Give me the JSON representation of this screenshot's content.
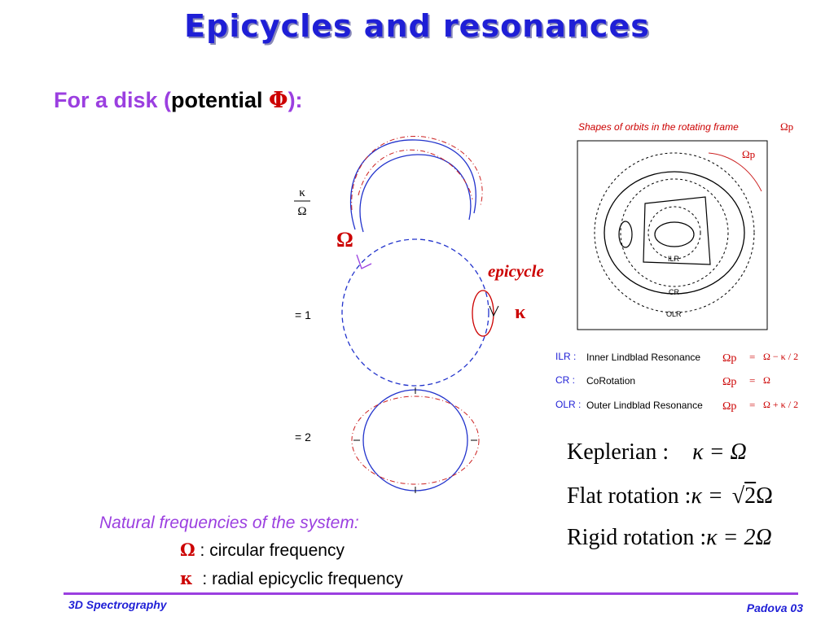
{
  "slide": {
    "title": "Epicycles and resonances",
    "subtitle_prefix": "For a disk (",
    "subtitle_bold": "potential ",
    "subtitle_phi": "Φ",
    "subtitle_suffix": "):"
  },
  "diagram": {
    "ratio_num": "κ",
    "ratio_den": "Ω",
    "eq1": "= 1",
    "eq2": "= 2",
    "omega_label": "Ω",
    "kappa_label": "κ",
    "epicycle_label": "epicycle"
  },
  "orbits_figure": {
    "caption": "Shapes of orbits in the rotating frame",
    "caption_sym": "Ωp",
    "inner_sym": "Ωp",
    "ilr": "ILR",
    "cr": "CR",
    "olr": "OLR"
  },
  "resonances": [
    {
      "abbr": "ILR :",
      "name": "Inner Lindblad Resonance",
      "sym": "Ωp",
      "eq": "=",
      "rhs": "Ω − κ / 2"
    },
    {
      "abbr": "CR :",
      "name": "CoRotation",
      "sym": "Ωp",
      "eq": "=",
      "rhs": "Ω"
    },
    {
      "abbr": "OLR :",
      "name": "Outer Lindblad Resonance",
      "sym": "Ωp",
      "eq": "=",
      "rhs": "Ω + κ / 2"
    }
  ],
  "equations": {
    "keplerian_label": "Keplerian :",
    "keplerian_rhs": "κ = Ω",
    "flat_label": "Flat rotation :",
    "flat_lhs": "κ =",
    "flat_sqrt": "2",
    "flat_tail": "Ω",
    "rigid_label": "Rigid rotation :",
    "rigid_rhs": "κ = 2Ω"
  },
  "natural": {
    "title": "Natural frequencies of the system:",
    "omega_sym": "Ω",
    "omega_text": " : circular frequency",
    "kappa_sym": "κ",
    "kappa_text": "  : radial epicyclic frequency"
  },
  "footer": {
    "left": "3D Spectrography",
    "right": "Padova 03"
  },
  "colors": {
    "title": "#1f1fd6",
    "accent": "#9b3fe0",
    "red": "#cc0000",
    "orbit_blue": "#2233cc"
  }
}
